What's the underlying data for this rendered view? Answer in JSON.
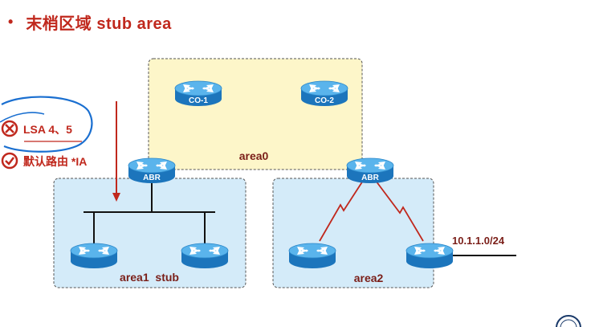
{
  "title": {
    "bullet": "•",
    "text": "末梢区域 stub area"
  },
  "notes": [
    {
      "icon": "cross-circle-icon",
      "text": "LSA 4、5"
    },
    {
      "icon": "check-circle-icon",
      "text": "默认路由 *IA"
    }
  ],
  "areas": {
    "area0": "area0",
    "area1": "area1  stub",
    "area2": "area2"
  },
  "routers": {
    "co1": "CO-1",
    "co2": "CO-2",
    "abr1": "ABR",
    "abr2": "ABR"
  },
  "network": "10.1.1.0/24",
  "colors": {
    "accent": "#c0281d",
    "area0_fill": "#fdf6c9",
    "area_fill": "#d4ebf9",
    "router_body": "#1f7fc8",
    "router_top": "#55b2ec",
    "serial_link": "#c0281d"
  }
}
